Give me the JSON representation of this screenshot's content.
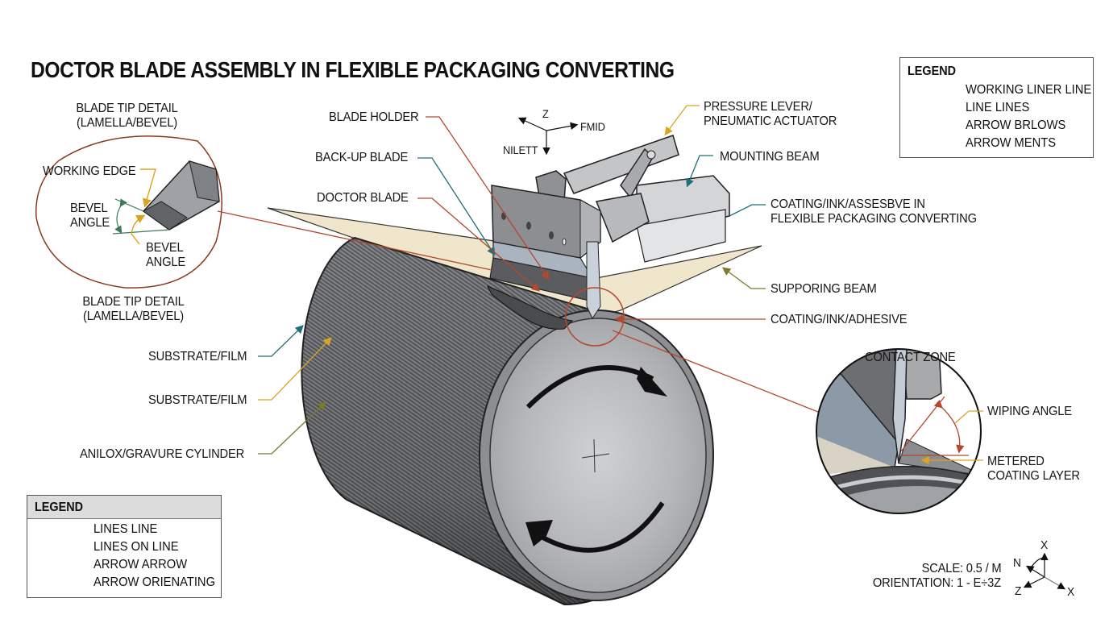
{
  "title": "DOCTOR BLADE ASSEMBLY IN FLEXIBLE PACKAGING CONVERTING",
  "colors": {
    "leader_red": "#b5472e",
    "leader_teal": "#1f6f78",
    "leader_gold": "#d9a520",
    "leader_olive": "#7a7a2a",
    "metal_light": "#c8c9cb",
    "metal_dark": "#6e7073",
    "substrate_film": "#efe6cc"
  },
  "axes_top": {
    "up": "Z",
    "right": "FMID",
    "down": "NILETT"
  },
  "labels": {
    "blade_tip_detail_top": [
      "BLADE TIP DETAIL",
      "(LAMELLA/BEVEL)"
    ],
    "working_edge": "WORKING EDGE",
    "bevel_angle_left": [
      "BEVEL",
      "ANGLE"
    ],
    "bevel_angle_right": [
      "BEVEL",
      "ANGLE"
    ],
    "blade_tip_detail_bottom": [
      "BLADE TIP DETAIL",
      "(LAMELLA/BEVEL)"
    ],
    "blade_holder": "BLADE HOLDER",
    "back_up_blade": "BACK-UP BLADE",
    "doctor_blade": "DOCTOR BLADE",
    "substrate_film_1": "SUBSTRATE/FILM",
    "substrate_film_2": "SUBSTRATE/FILM",
    "anilox_cylinder": "ANILOX/GRAVURE CYLINDER",
    "pressure_lever": [
      "PRESSURE LEVER/",
      "PNEUMATIC ACTUATOR"
    ],
    "mounting_beam": "MOUNTING BEAM",
    "coating_assembly": [
      "COATING/INK/ASSESBVE IN",
      "FLEXIBLE PACKAGING CONVERTING"
    ],
    "supporting_beam": "SUPPORING BEAM",
    "coating_ink_adhesive": "COATING/INK/ADHESIVE",
    "contact_zone": "CONTACT ZONE",
    "wiping_angle": "WIPING ANGLE",
    "metered_coating_layer": [
      "METERED",
      "COATING LAYER"
    ]
  },
  "legend_top_right": {
    "title": "LEGEND",
    "items": [
      {
        "symbol": "thin-line",
        "label": "WORKING LINER LINE"
      },
      {
        "symbol": "double-gray-line",
        "label": "LINE LINES"
      },
      {
        "symbol": "black-arrow",
        "label": "ARROW BRLOWS"
      },
      {
        "symbol": "gray-arrow",
        "label": "ARROW MENTS"
      }
    ]
  },
  "legend_bottom_left": {
    "title": "LEGEND",
    "items": [
      {
        "symbol": "black-line",
        "label": "LINES LINE"
      },
      {
        "symbol": "olive-line",
        "label": "LINES ON LINE"
      },
      {
        "symbol": "gray-arrow",
        "label": "ARROW ARROW"
      },
      {
        "symbol": "black-arrow",
        "label": "ARROW ORIENATING"
      }
    ]
  },
  "scale_info": {
    "scale": "SCALE: 0.5 / M",
    "orientation": "ORIENTATION: 1 - E÷3Z"
  },
  "axes_bottom": {
    "top": "X",
    "left": "N",
    "bottom_left": "Z",
    "bottom_right": "X"
  }
}
